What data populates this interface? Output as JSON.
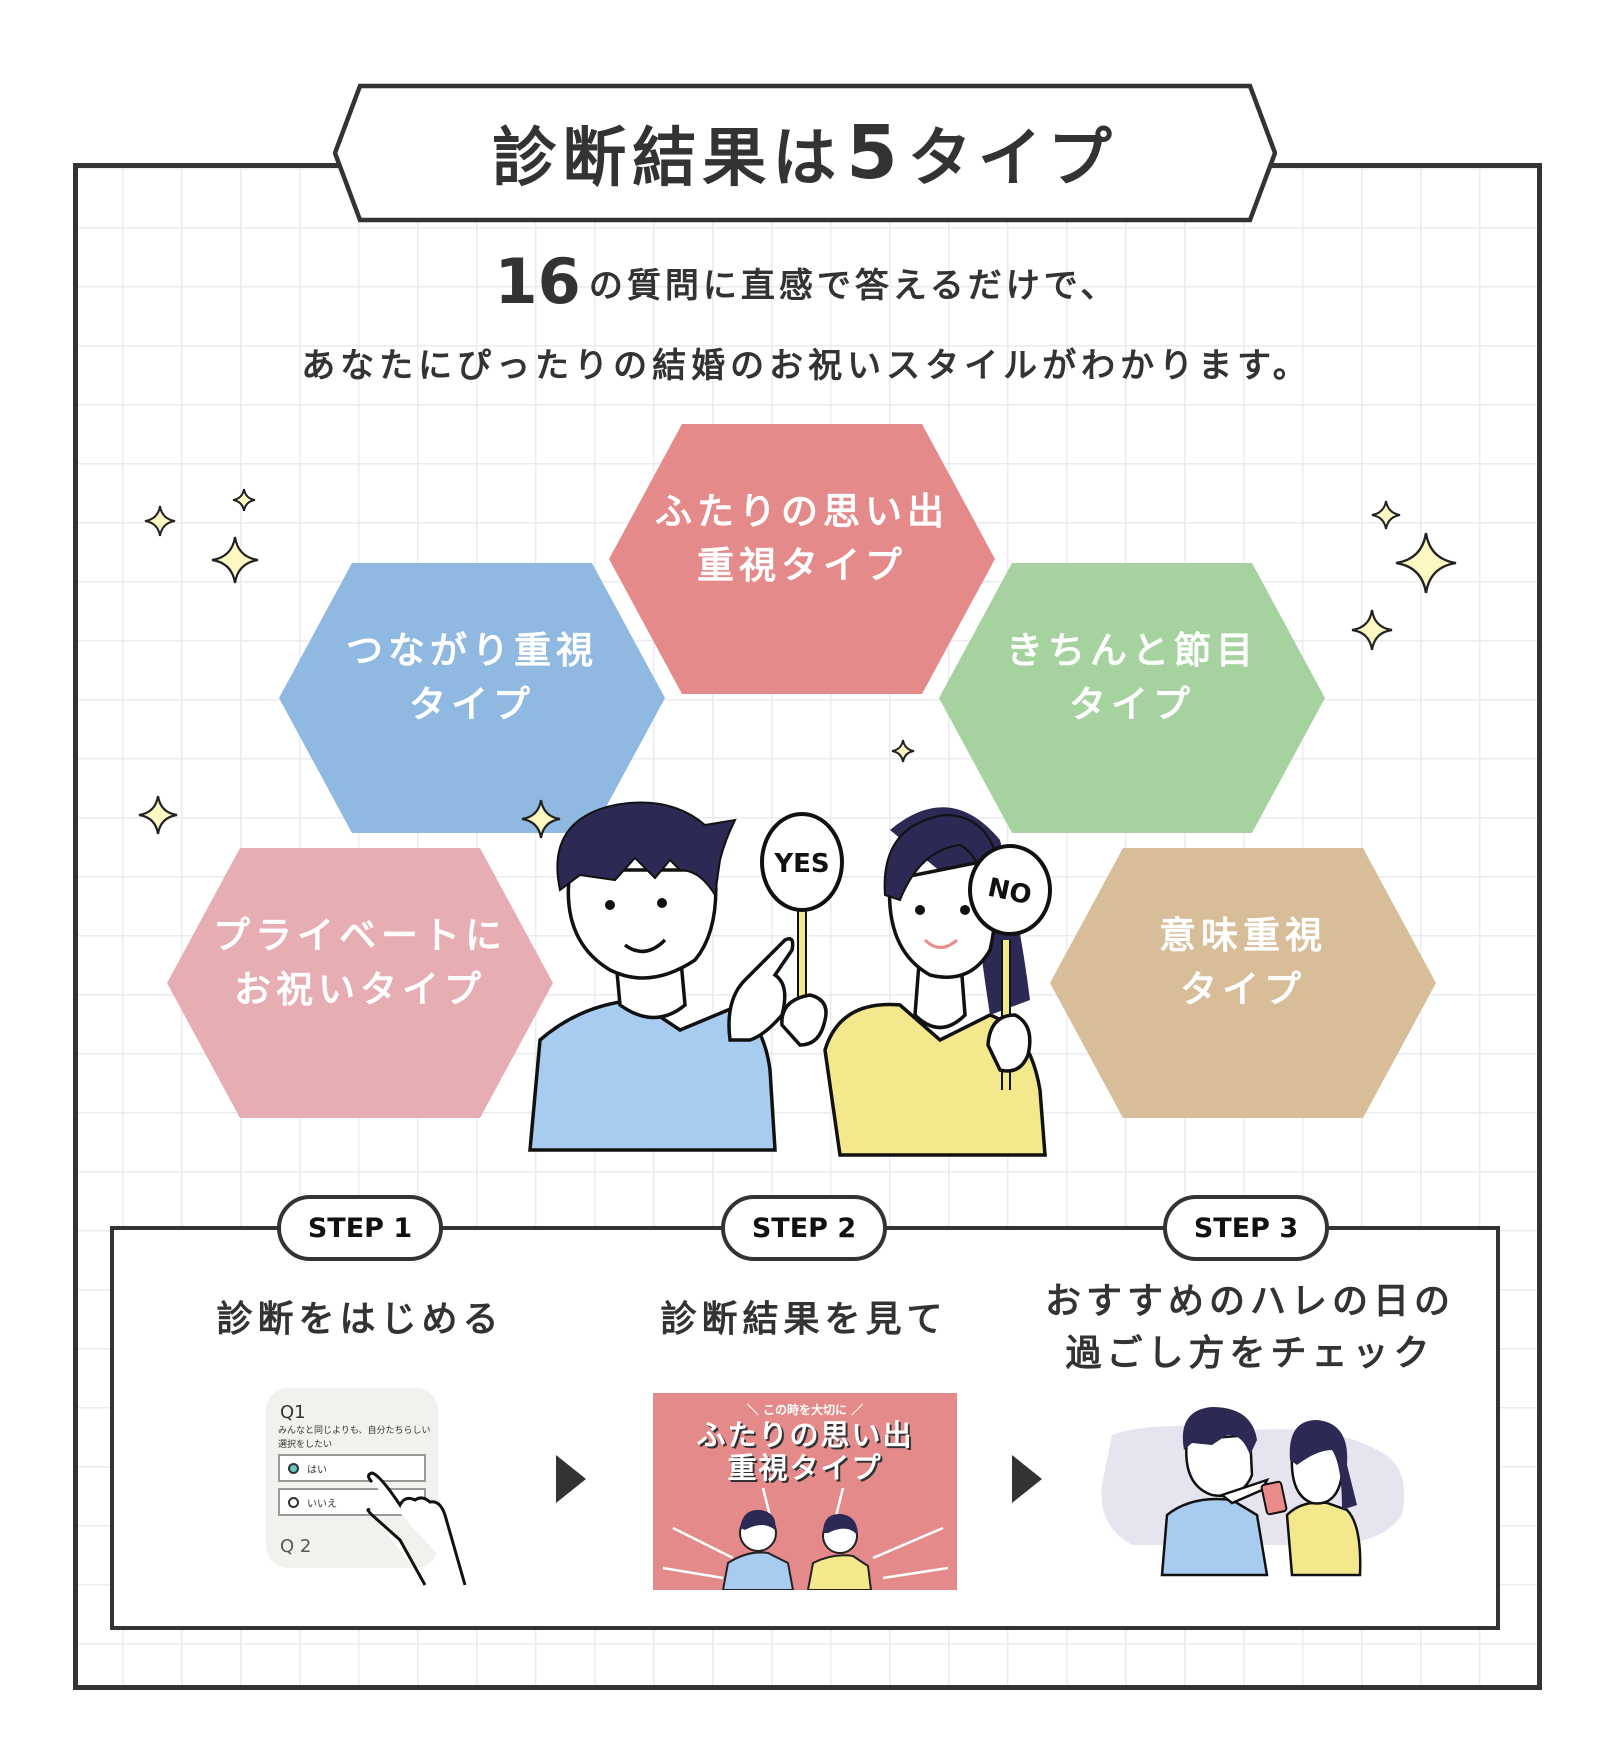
{
  "header": {
    "title_prefix": "診断結果は",
    "title_number": "5",
    "title_suffix": "タイプ"
  },
  "intro": {
    "line1_number": "16",
    "line1_text": "の質問に直感で答えるだけで、",
    "line2_text": "あなたにぴったりの結婚のお祝いスタイルがわかります。"
  },
  "types": [
    {
      "line1": "ふたりの思い出",
      "line2": "重視タイプ",
      "color": "#e58a8a"
    },
    {
      "line1": "つながり重視",
      "line2": "タイプ",
      "color": "#8fb9e1"
    },
    {
      "line1": "きちんと節目",
      "line2": "タイプ",
      "color": "#a5d29f"
    },
    {
      "line1": "プライベートに",
      "line2": "お祝いタイプ",
      "color": "#e6adb3"
    },
    {
      "line1": "意味重視",
      "line2": "タイプ",
      "color": "#d7bd98"
    }
  ],
  "illustration": {
    "sign_yes": "YES",
    "sign_no": "NO"
  },
  "steps": [
    {
      "badge": "STEP 1",
      "title_lines": [
        "診断をはじめる"
      ],
      "preview": {
        "q1": "Q1",
        "question": "みんなと同じよりも、自分たちらしい選択をしたい",
        "option_yes": "はい",
        "option_no": "いいえ",
        "q2": "Q 2"
      }
    },
    {
      "badge": "STEP 2",
      "title_lines": [
        "診断結果を見て"
      ],
      "preview": {
        "tagline": "＼ この時を大切に ／",
        "type_line1": "ふたりの思い出",
        "type_line2": "重視タイプ"
      }
    },
    {
      "badge": "STEP 3",
      "title_lines": [
        "おすすめのハレの日の",
        "過ごし方をチェック"
      ]
    }
  ],
  "colors": {
    "ink": "#333333",
    "grid": "#ebebef",
    "star_fill": "#fdf8c2",
    "shirt_blue": "#a8ccf0",
    "top_yellow": "#f4e88c",
    "hair_navy": "#2c2a55"
  }
}
